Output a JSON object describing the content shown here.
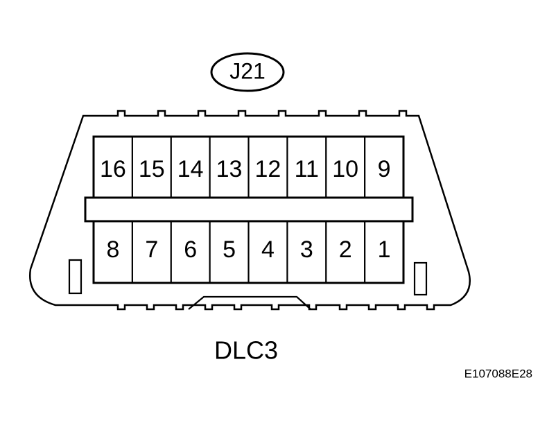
{
  "connector": {
    "code": "J21",
    "name": "DLC3",
    "image_id": "E107088E28",
    "top_row_pins": [
      "16",
      "15",
      "14",
      "13",
      "12",
      "11",
      "10",
      "9"
    ],
    "bottom_row_pins": [
      "8",
      "7",
      "6",
      "5",
      "4",
      "3",
      "2",
      "1"
    ]
  }
}
